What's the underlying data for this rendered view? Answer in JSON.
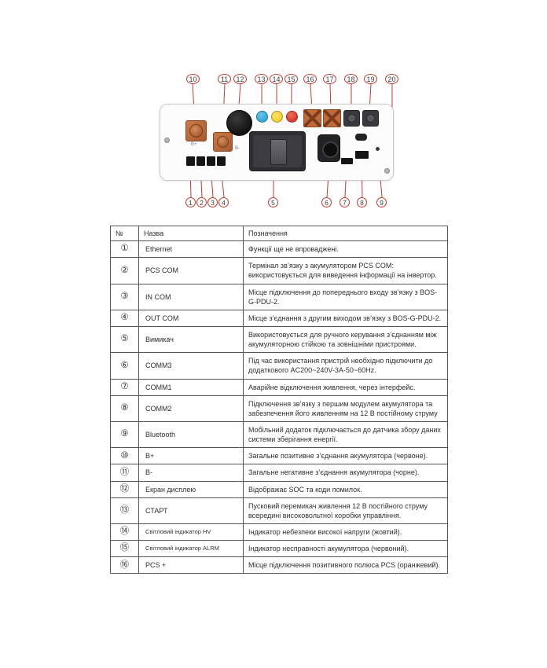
{
  "diagram": {
    "top_callouts": [
      "10",
      "11",
      "12",
      "13",
      "14",
      "15",
      "16",
      "17",
      "18",
      "19",
      "20"
    ],
    "bottom_callouts": [
      "1",
      "2",
      "3",
      "4",
      "5",
      "6",
      "7",
      "8",
      "9"
    ],
    "labels": {
      "b_plus": "B+",
      "b_minus": "B-"
    },
    "colors": {
      "callout_red": "#c23b2f",
      "copper": "#b5613a",
      "led_blue": "#2fa8dc",
      "led_yellow": "#f2d12c",
      "led_red": "#d93a2b"
    }
  },
  "table": {
    "headers": [
      "№",
      "Назва",
      "Позначення"
    ],
    "rows": [
      {
        "num": "①",
        "name": "Ethernet",
        "desc": "Функції ще не впроваджені."
      },
      {
        "num": "②",
        "name": "PCS COM",
        "desc": "Термінал зв’язку з акумулятором PCS COM: використовується для виведення інформації на інвертор."
      },
      {
        "num": "③",
        "name": "IN COM",
        "desc": "Місце підключення до попереднього входу зв’язку з BOS-G-PDU-2."
      },
      {
        "num": "④",
        "name": "OUT COM",
        "desc": "Місце з’єднання з другим виходом зв’язку з BOS-G-PDU-2."
      },
      {
        "num": "⑤",
        "name": "Вимикач",
        "desc": "Використовується для ручного керування з’єднанням між акумуляторною стійкою та зовнішніми пристроями."
      },
      {
        "num": "⑥",
        "name": "COMM3",
        "desc": "Під час використання пристрій необхідно підключити до додаткового  AC200~240V-3A-50~60Hz."
      },
      {
        "num": "⑦",
        "name": "COMM1",
        "desc": "Аварійне відключення живлення, через інтерфейс."
      },
      {
        "num": "⑧",
        "name": "COMM2",
        "desc": "Підключення зв’язку з першим модулем акумулятора та забезпечення його живленням на 12 В постійному струму"
      },
      {
        "num": "⑨",
        "name": "Bluetooth",
        "desc": "Мобільний додаток підключається до датчика збору даних системи зберігання енергії."
      },
      {
        "num": "⑩",
        "name": "B+",
        "desc": "Загальне позитивне з’єднання акумулятора (червоне)."
      },
      {
        "num": "⑪",
        "name": "B-",
        "desc": "Загальне негативне з’єднання акумулятора (чорне)."
      },
      {
        "num": "⑫",
        "name": "Екран дисплею",
        "desc": "Відображає SOC та коди помилок."
      },
      {
        "num": "⑬",
        "name": "СТАРТ",
        "desc": "Пусковий перемикач живлення 12 В постійного струму всередині високовольтної коробки управління."
      },
      {
        "num": "⑭",
        "name": "Світловий індикатор HV",
        "desc": "Індикатор небезпеки високої напруги (жовтий)."
      },
      {
        "num": "⑮",
        "name": "Світловий індикатор ALRM",
        "desc": "Індикатор несправності акумулятора (червоний)."
      },
      {
        "num": "⑯",
        "name": "PCS +",
        "desc": "Місце підключення позитивного полюса  PCS (оранжевий)."
      }
    ]
  }
}
